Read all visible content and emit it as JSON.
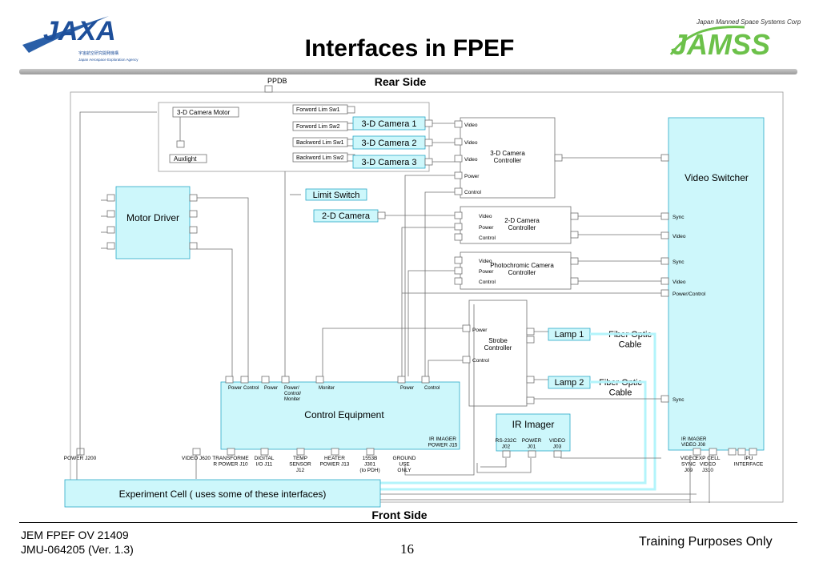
{
  "header": {
    "title": "Interfaces in FPEF",
    "left_logo_text": "JAXA",
    "left_logo_subtext": [
      "宇宙航空研究開発機構",
      "Japan Aerospace Exploration Agency"
    ],
    "right_logo_caption": "Japan Manned Space Systems Corporation",
    "right_logo_text": "JAMSS"
  },
  "diagram": {
    "ppdb": "PPDB",
    "rear_side": "Rear Side",
    "front_side": "Front Side",
    "camera_motor": "3-D Camera Motor",
    "auxlight": "Auxlight",
    "lim_sw": [
      "Forword Lim Sw1",
      "Forword Lim Sw2",
      "Backword Lim Sw1",
      "Backword Lim Sw2"
    ],
    "camera_3d": [
      "3-D Camera 1",
      "3-D Camera 2",
      "3-D Camera 3"
    ],
    "limit_switch": "Limit Switch",
    "camera_2d": "2-D Camera",
    "motor_driver": "Motor Driver",
    "ctrl_3d": {
      "title": [
        "3-D Camera",
        "Controller"
      ],
      "ports": [
        "Video",
        "Video",
        "Video",
        "Power",
        "Control"
      ]
    },
    "ctrl_2d": {
      "title": [
        "2-D Camera",
        "Controller"
      ],
      "ports": [
        "Video",
        "Power",
        "Control"
      ]
    },
    "ctrl_photo": {
      "title": [
        "Photochromic Camera",
        "Controller"
      ],
      "ports": [
        "Video",
        "Power",
        "Control"
      ]
    },
    "strobe": {
      "title": [
        "Strobe",
        "Controller"
      ],
      "ports": [
        "Power",
        "Control"
      ]
    },
    "lamps": [
      "Lamp 1",
      "Lamp 2"
    ],
    "fiber": [
      "Fiber Optic",
      "Cable"
    ],
    "video_switcher": "Video Switcher",
    "vs_ports": [
      "Sync",
      "Video",
      "Sync",
      "Video",
      "Power/Control",
      "Sync"
    ],
    "control_equipment": "Control Equipment",
    "ce_ports": [
      "Power",
      "Control",
      "Power",
      "Power/\nControl/\nMoniter",
      "Moniter",
      "Power",
      "Control"
    ],
    "ir_imager": "IR Imager",
    "ir_ports": [
      "RS-232C\nJ02",
      "POWER\nJ01",
      "VIDEO\nJ03"
    ],
    "ir_imager_power": "IR IMAGER\nPOWER J15",
    "ir_imager_video": "IR IMAGER\nVIDEO J08",
    "bottom_labels": [
      "POWER J200",
      "VIDEO J620",
      "TRANSFORME\nR POWER J10",
      "DIGITAL\nI/O J11",
      "TEMP\nSENSOR\nJ12",
      "HEATER\nPOWER J13",
      "1553B\nJ301\n(to PDH)",
      "GROUND\nUSE\nONLY",
      "VIDEO\nSYNC\nJ09",
      "EXP CELL\nVIDEO\nJ310",
      "IPU\nINTERFACE"
    ],
    "experiment_cell": "Experiment Cell ( uses some of these interfaces)"
  },
  "footer": {
    "doc_line1": "JEM FPEF OV 21409",
    "doc_line2": "JMU-064205 (Ver. 1.3)",
    "page": "16",
    "note": "Training Purposes Only"
  }
}
